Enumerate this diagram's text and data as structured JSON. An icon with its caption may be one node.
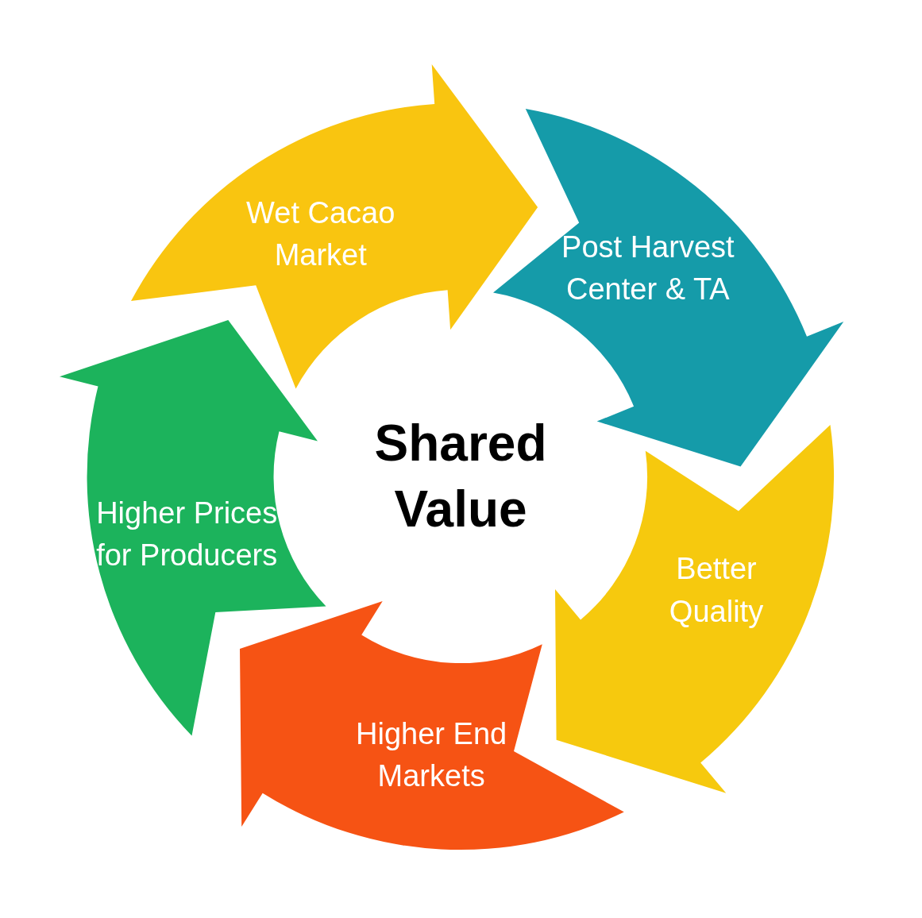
{
  "diagram": {
    "nodes": [
      {
        "text": [
          "Wet Cacao Market"
        ]
      },
      {
        "text": [
          "Post Harvest Center & TA"
        ]
      },
      {
        "text": [
          "Better Quality"
        ]
      },
      {
        "text": [
          "Higher End Markets"
        ]
      },
      {
        "text": [
          "Higher Prices for Producers"
        ]
      }
    ],
    "labels": [
      "Shared Value"
    ]
  }
}
